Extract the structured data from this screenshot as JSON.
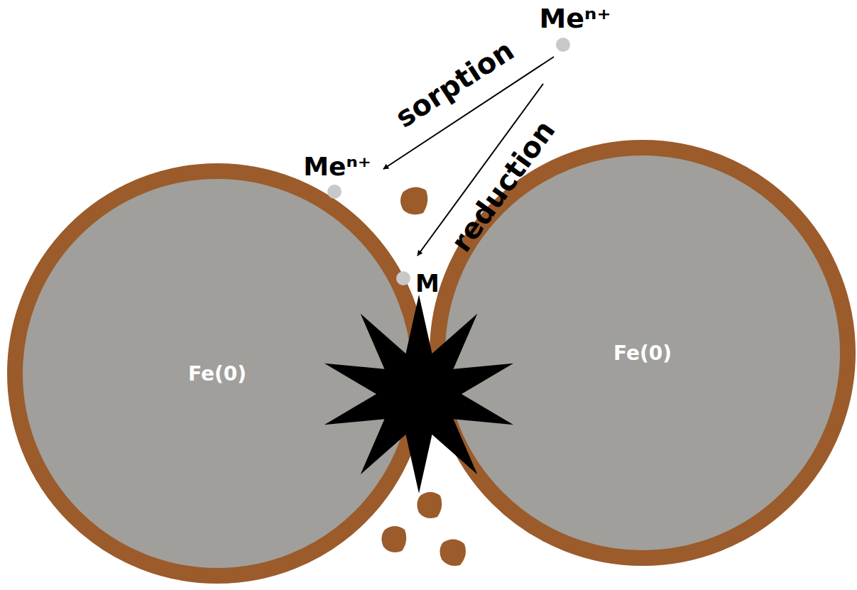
{
  "diagram": {
    "nodes": [
      {
        "text": [
          "Fe(0)"
        ]
      },
      {
        "text": [
          "Fe(0)"
        ]
      }
    ],
    "labels": [
      "Meⁿ⁺",
      "sorption",
      "Meⁿ⁺",
      "reduction",
      "M"
    ]
  }
}
